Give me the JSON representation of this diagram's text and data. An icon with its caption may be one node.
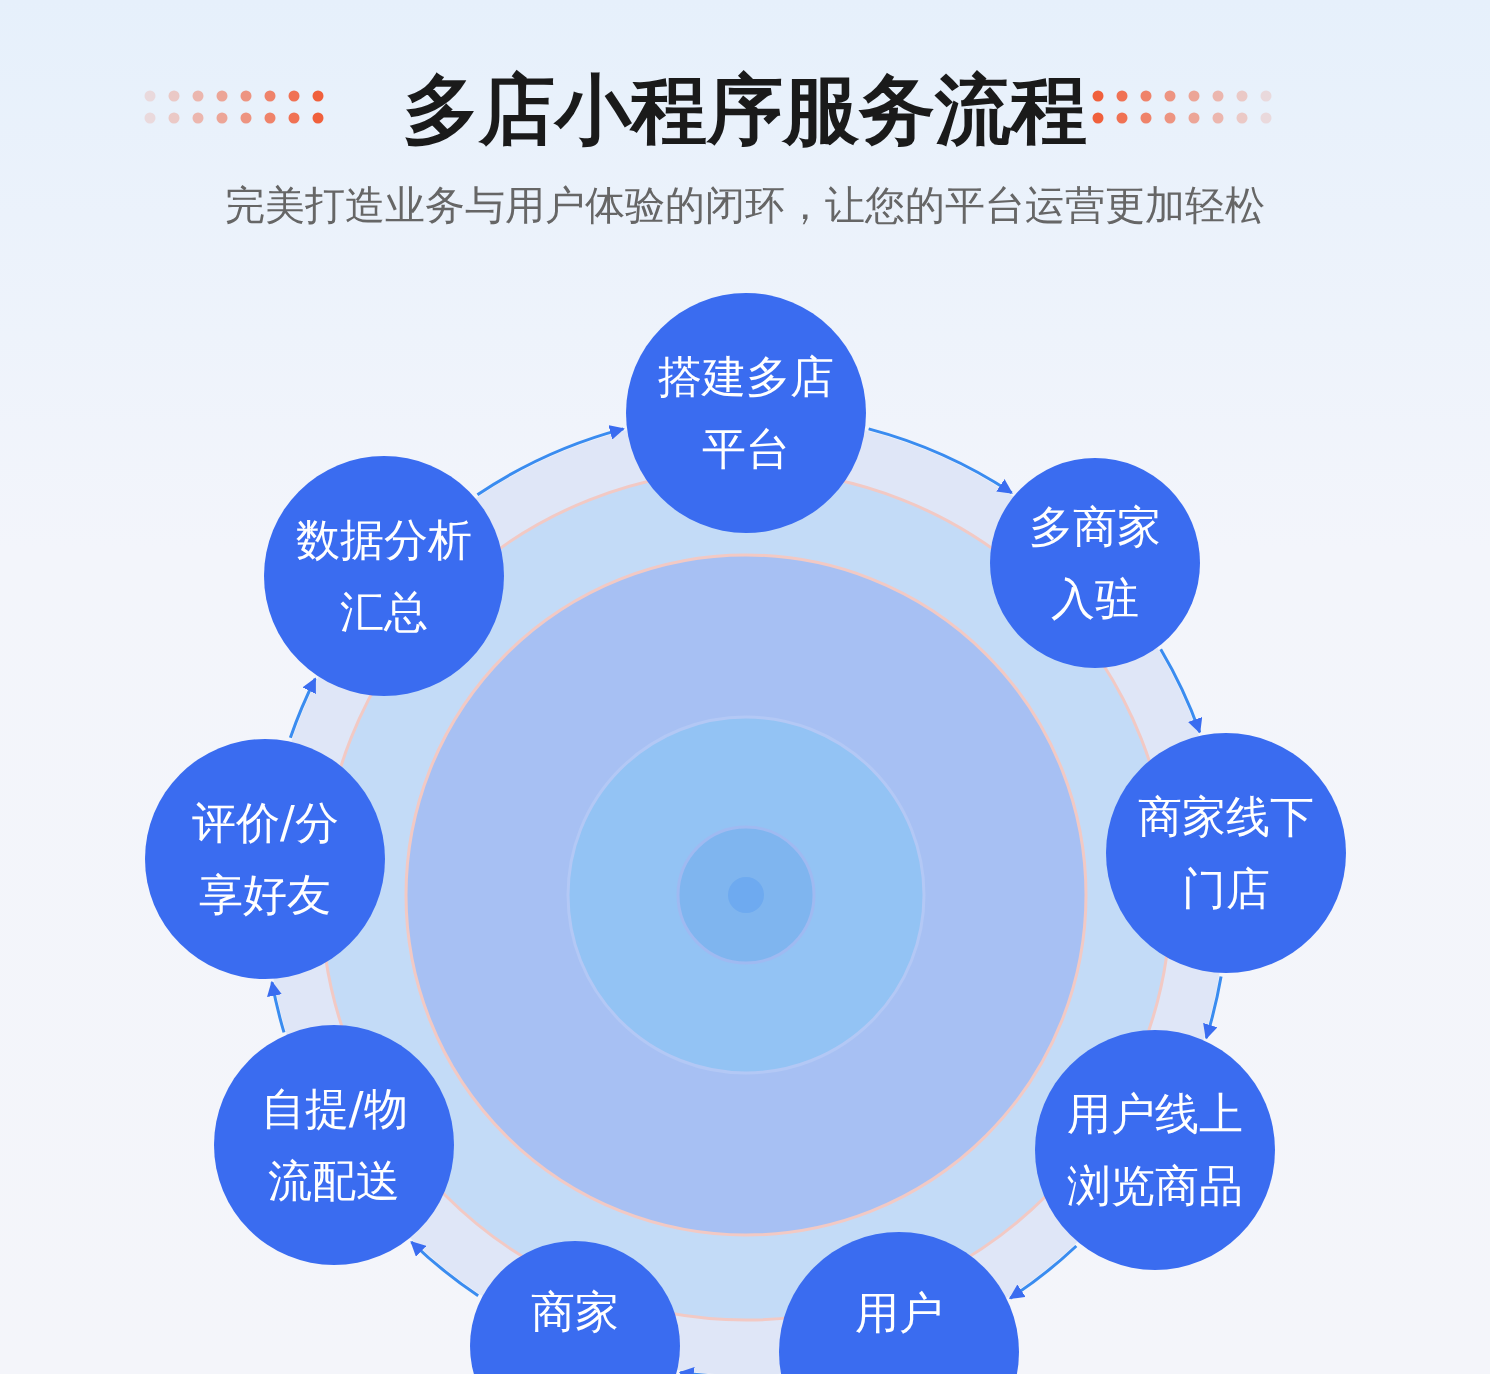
{
  "diagram": {
    "title": "多店小程序服务流程",
    "caption": "完美打造业务与用户体验的闭环，让您的平台运营更加轻松",
    "nodes": [
      {
        "text": [
          "搭建多店平台"
        ]
      },
      {
        "text": [
          "多商家入驻"
        ]
      },
      {
        "text": [
          "商家线下门店"
        ]
      },
      {
        "text": [
          "用户线上浏览商品"
        ]
      },
      {
        "text": [
          "用户"
        ]
      },
      {
        "text": [
          "商家"
        ]
      },
      {
        "text": [
          "自提/物流配送"
        ]
      },
      {
        "text": [
          "评价/分享好友"
        ]
      },
      {
        "text": [
          "数据分析汇总"
        ]
      }
    ],
    "edges": [
      {
        "from": 0,
        "to": 1,
        "arrow": "to"
      },
      {
        "from": 1,
        "to": 2,
        "arrow": "to"
      },
      {
        "from": 2,
        "to": 3,
        "arrow": "to"
      },
      {
        "from": 3,
        "to": 4,
        "arrow": "to"
      },
      {
        "from": 4,
        "to": 5,
        "arrow": "to"
      },
      {
        "from": 5,
        "to": 6,
        "arrow": "to"
      },
      {
        "from": 6,
        "to": 7,
        "arrow": "to"
      },
      {
        "from": 7,
        "to": 8,
        "arrow": "to"
      },
      {
        "from": 8,
        "to": 0,
        "arrow": "to"
      }
    ]
  }
}
